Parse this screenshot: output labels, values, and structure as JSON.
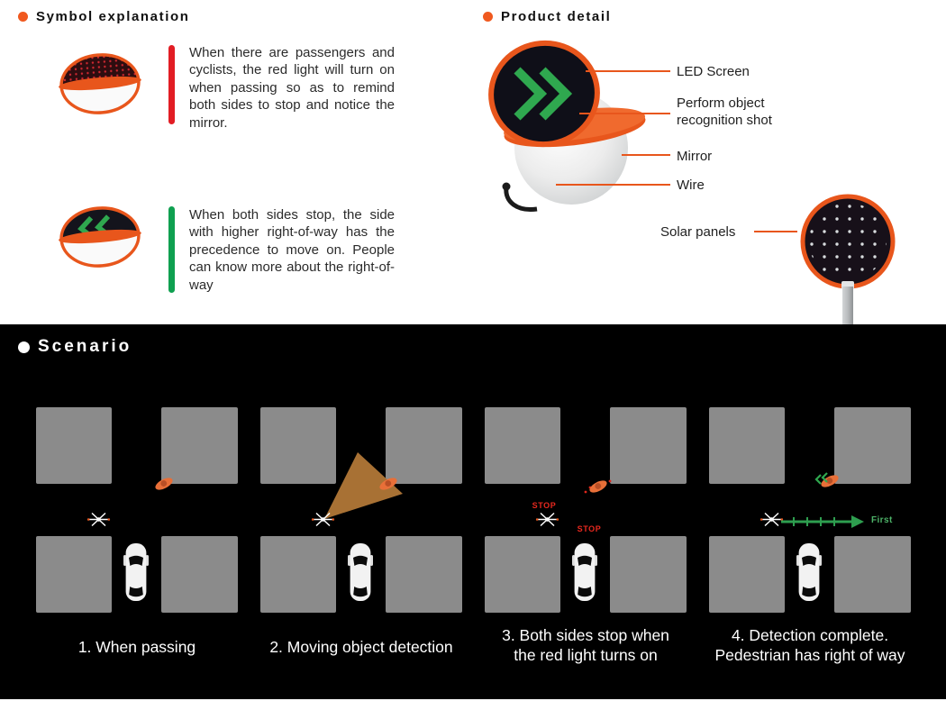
{
  "colors": {
    "accent_orange": "#e8561c",
    "signal_red": "#e21d24",
    "signal_green": "#0fa050",
    "led_green": "#2fa84f",
    "block_gray": "#8b8b8b",
    "cone_tan": "#a87134",
    "scenario_bg": "#000000"
  },
  "symbol_explanation": {
    "title": "Symbol explanation",
    "red_item": {
      "text": "When there are passengers and cyclists, the red light will turn on when passing so as to remind both sides to stop and notice the mirror."
    },
    "green_item": {
      "text": "When both sides stop, the side with higher right-of-way has the precedence to move on. People can know more about the right-of-way"
    }
  },
  "product_detail": {
    "title": "Product detail",
    "labels": {
      "led_screen": "LED Screen",
      "recognition": "Perform object recognition shot",
      "mirror": "Mirror",
      "wire": "Wire",
      "solar_panels": "Solar panels"
    }
  },
  "scenario": {
    "title": "Scenario",
    "panels": [
      {
        "caption": "1. When passing"
      },
      {
        "caption": "2. Moving object detection"
      },
      {
        "caption": "3. Both sides stop when the red light turns on",
        "stop_top": "STOP",
        "stop_bottom": "STOP"
      },
      {
        "caption": "4. Detection complete. Pedestrian has right of way",
        "first_label": "First"
      }
    ]
  }
}
